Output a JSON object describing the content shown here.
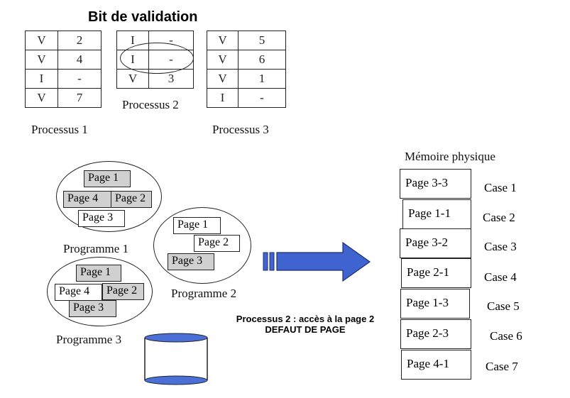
{
  "title": "Bit de validation",
  "tables": [
    {
      "caption": "Processus 1",
      "rows": [
        [
          "V",
          "2"
        ],
        [
          "V",
          "4"
        ],
        [
          "I",
          "-"
        ],
        [
          "V",
          "7"
        ]
      ]
    },
    {
      "caption": "Processus 2",
      "rows": [
        [
          "I",
          "-"
        ],
        [
          "I",
          "-"
        ],
        [
          "V",
          "3"
        ]
      ]
    },
    {
      "caption": "Processus 3",
      "rows": [
        [
          "V",
          "5"
        ],
        [
          "V",
          "6"
        ],
        [
          "V",
          "1"
        ],
        [
          "I",
          "-"
        ]
      ]
    }
  ],
  "programs": [
    {
      "label": "Programme 1",
      "pages": [
        "Page 1",
        "Page 4",
        "Page 2",
        "Page 3"
      ]
    },
    {
      "label": "Programme 2",
      "pages": [
        "Page 1",
        "Page 2",
        "Page 3"
      ]
    },
    {
      "label": "Programme 3",
      "pages": [
        "Page 1",
        "Page 4",
        "Page 2",
        "Page 3"
      ]
    }
  ],
  "memory": {
    "title": "Mémoire physique",
    "frames": [
      {
        "page": "Page 3-3",
        "case": "Case 1"
      },
      {
        "page": "Page 1-1",
        "case": "Case 2"
      },
      {
        "page": "Page 3-2",
        "case": "Case 3"
      },
      {
        "page": "Page 2-1",
        "case": "Case 4"
      },
      {
        "page": "Page 1-3",
        "case": "Case 5"
      },
      {
        "page": "Page 2-3",
        "case": "Case 6"
      },
      {
        "page": "Page 4-1",
        "case": "Case 7"
      }
    ]
  },
  "note": {
    "line1": "Processus 2 : accès à la page 2",
    "line2": "DEFAUT DE PAGE"
  },
  "colors": {
    "disk": "#4a6fd6",
    "arrow": "#3f63cf",
    "grey_page": "#d0d0d0"
  }
}
